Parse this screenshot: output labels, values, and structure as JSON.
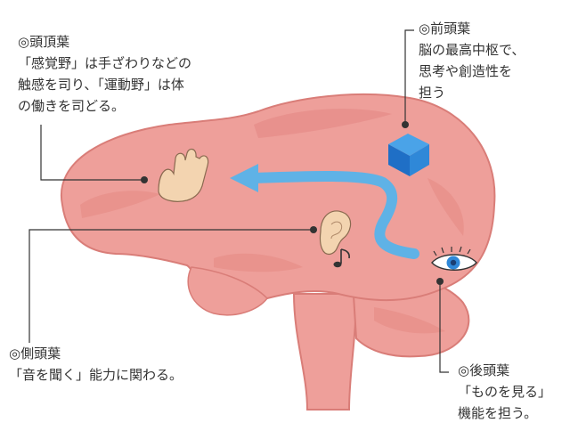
{
  "labels": {
    "parietal": {
      "title": "◎頭頂葉",
      "lines": [
        "「感覚野」は手ざわりなどの",
        "触感を司り、「運動野」は体",
        "の働きを司どる。"
      ]
    },
    "frontal": {
      "title": "◎前頭葉",
      "lines": [
        "脳の最高中枢で、",
        "思考や創造性を",
        "担う"
      ]
    },
    "temporal": {
      "title": "◎側頭葉",
      "lines": [
        "「音を聞く」能力に関わる。"
      ]
    },
    "occipital": {
      "title": "◎後頭葉",
      "lines": [
        "「ものを見る」",
        "機能を担う。"
      ]
    }
  },
  "icons": [
    "hand-icon",
    "ear-icon",
    "music-note-icon",
    "eye-icon",
    "cube-icon",
    "arrow-icon"
  ],
  "colors": {
    "brain_fill": "#ee9f9a",
    "brain_shade": "#e2847f",
    "brain_edge": "#d97d78",
    "arrow": "#5fb2e6",
    "cube_top": "#4aa3e8",
    "cube_left": "#1f6fc6",
    "cube_right": "#2f88d8",
    "skin": "#f3d4b0",
    "leader_line": "#333333"
  }
}
